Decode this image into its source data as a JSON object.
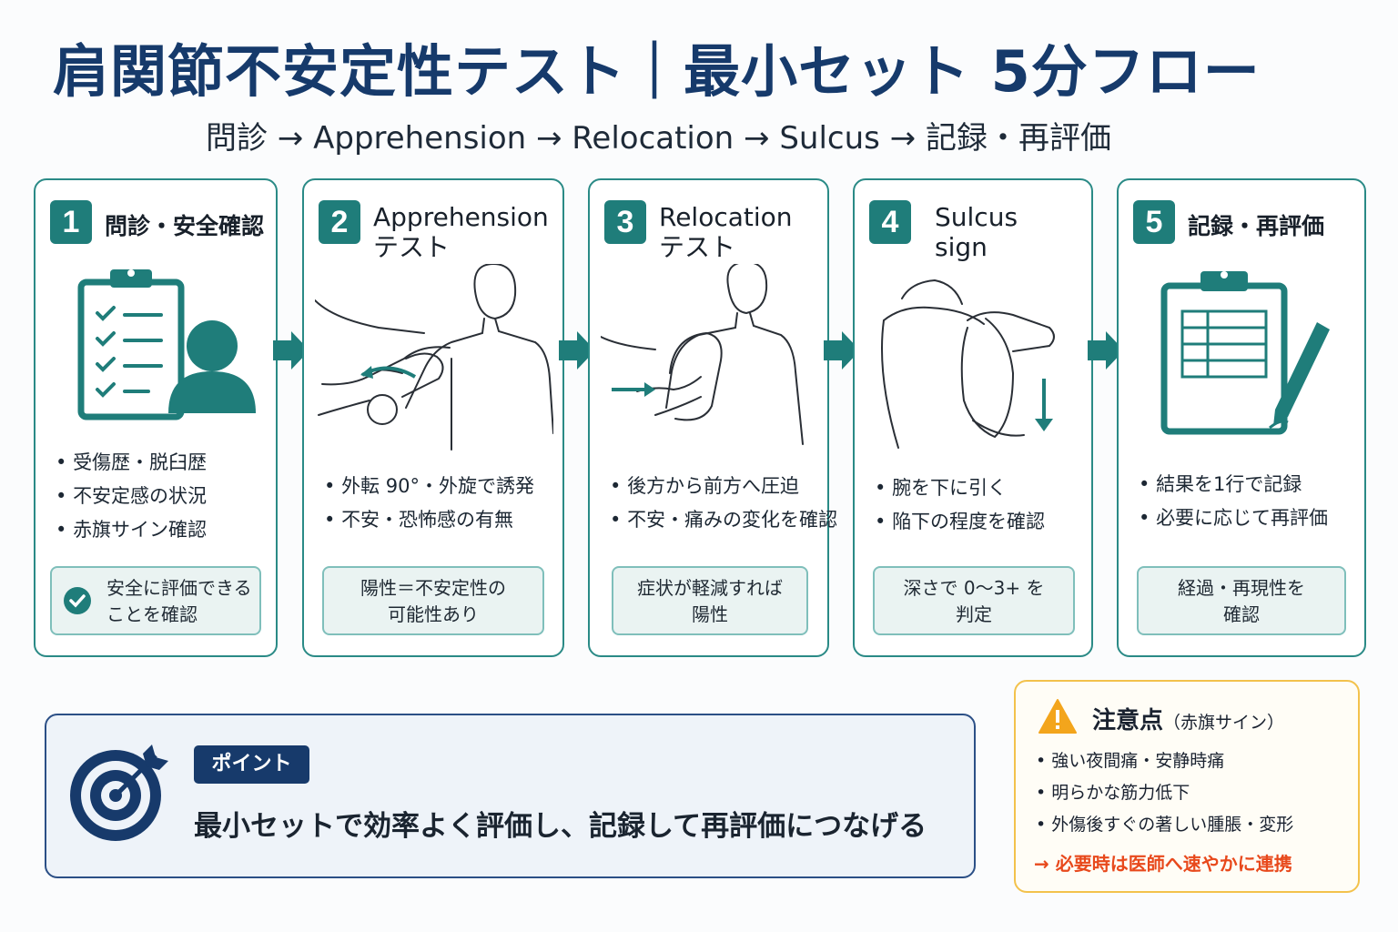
{
  "title": "肩関節不安定性テスト｜最小セット 5分フロー",
  "subtitle": "問診 → Apprehension → Relocation → Sulcus → 記録・再評価",
  "steps": [
    {
      "number": "1",
      "title": "問診・安全確認",
      "bullets": [
        "受傷歴・脱臼歴",
        "不安定感の状況",
        "赤旗サイン確認"
      ],
      "note": [
        "安全に評価できる",
        "ことを確認"
      ],
      "illustration": "clipboard-person-icon"
    },
    {
      "number": "2",
      "title": [
        "Apprehension",
        "テスト"
      ],
      "bullets": [
        "外転 90°・外旋で誘発",
        "不安・恐怖感の有無"
      ],
      "note": [
        "陽性＝不安定性の",
        "可能性あり"
      ],
      "illustration": "apprehension-test-figure"
    },
    {
      "number": "3",
      "title": [
        "Relocation",
        "テスト"
      ],
      "bullets": [
        "後方から前方へ圧迫",
        "不安・痛みの変化を確認"
      ],
      "note": [
        "症状が軽減すれば",
        "陽性"
      ],
      "illustration": "relocation-test-figure"
    },
    {
      "number": "4",
      "title": [
        "Sulcus",
        "sign"
      ],
      "bullets": [
        "腕を下に引く",
        "陥下の程度を確認"
      ],
      "note": [
        "深さで 0〜3+ を",
        "判定"
      ],
      "illustration": "sulcus-sign-figure"
    },
    {
      "number": "5",
      "title": "記録・再評価",
      "bullets": [
        "結果を1行で記録",
        "必要に応じて再評価"
      ],
      "note": [
        "経過・再現性を",
        "確認"
      ],
      "illustration": "clipboard-table-pen-icon"
    }
  ],
  "point": {
    "badge": "ポイント",
    "text": "最小セットで効率よく評価し、記録して再評価につなげる"
  },
  "caution": {
    "title": "注意点",
    "subtitle": "（赤旗サイン）",
    "items": [
      "強い夜間痛・安静時痛",
      "明らかな筋力低下",
      "外傷後すぐの著しい腫脹・変形"
    ],
    "action": "→ 必要時は医師へ速やかに連携"
  },
  "colors": {
    "navy": "#163a6b",
    "teal": "#1f7d7a",
    "teal_border": "#2a8a86",
    "note_bg": "#eaf3f2",
    "caution_border": "#f3c24c",
    "caution_action": "#e8491c"
  }
}
